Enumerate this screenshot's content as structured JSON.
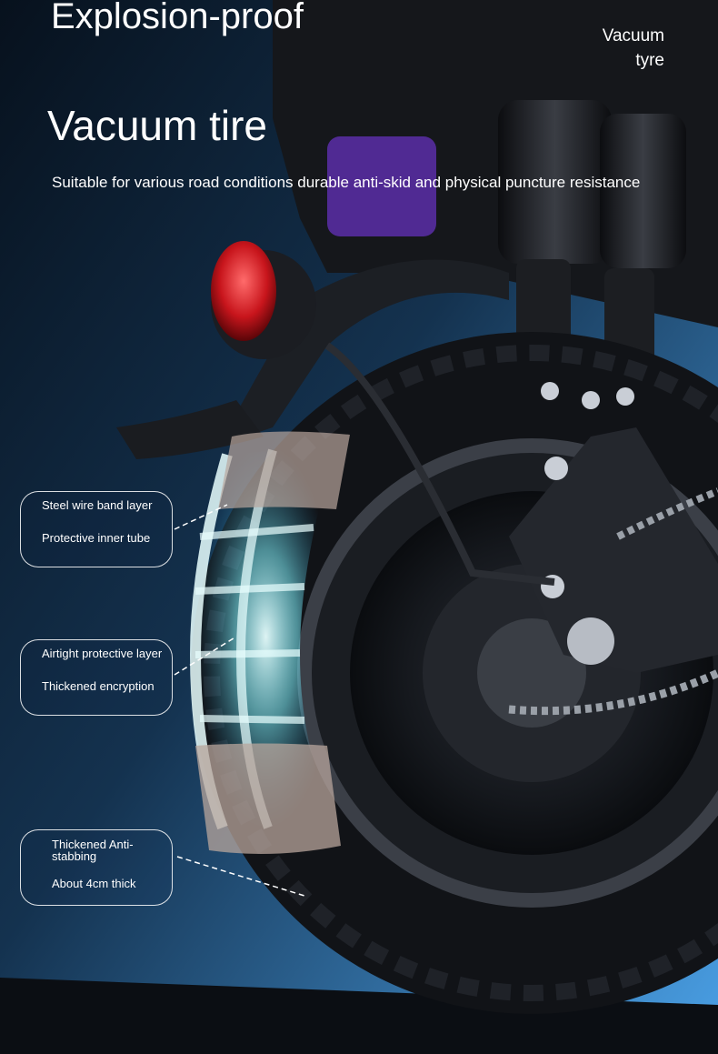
{
  "heading": "Explosion-proof",
  "corner_label": {
    "line1": "Vacuum",
    "line2": "tyre"
  },
  "title": "Vacuum tire",
  "subtitle": "Suitable for various road conditions durable anti-skid and physical puncture resistance",
  "callouts": [
    {
      "line1": "Steel wire band layer",
      "line2": "Protective inner tube"
    },
    {
      "line1": "Airtight protective layer",
      "line2": "Thickened encryption"
    },
    {
      "line1": "Thickened Anti-",
      "line1b": "stabbing",
      "line2": "About 4cm thick"
    }
  ],
  "colors": {
    "background_dark": "#0d1a2a",
    "background_blue": "#3f8fd6",
    "tire_glow": "#7ff3ff",
    "tail_light": "#c8151c"
  }
}
